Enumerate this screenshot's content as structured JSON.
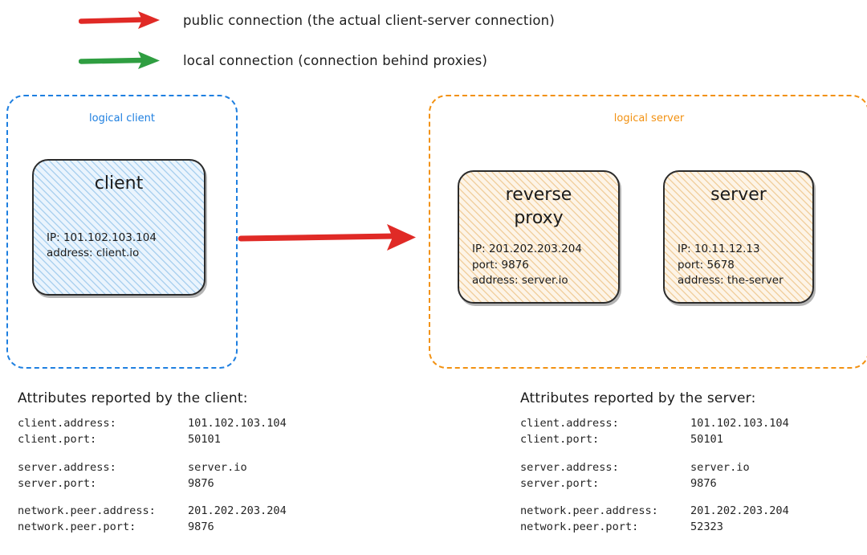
{
  "legend": {
    "items": [
      {
        "icon": "red-arrow-icon",
        "color": "#e02a26",
        "label": "public connection (the actual client-server connection)"
      },
      {
        "icon": "green-arrow-icon",
        "color": "#2f9e41",
        "label": "local connection (connection behind proxies)"
      }
    ]
  },
  "colors": {
    "client_accent": "#1e7fe0",
    "server_accent": "#f29111",
    "public_arrow": "#e02a26",
    "local_arrow": "#2f9e41",
    "node_stroke": "#2b2b2b"
  },
  "logical_client": {
    "label": "logical client",
    "nodes": [
      {
        "title": "client",
        "details": [
          "IP: 101.102.103.104",
          "address: client.io"
        ]
      }
    ]
  },
  "logical_server": {
    "label": "logical server",
    "nodes": [
      {
        "title": "reverse\nproxy",
        "details": [
          "IP: 201.202.203.204",
          "port: 9876",
          "address: server.io"
        ]
      },
      {
        "title": "server",
        "details": [
          "IP: 10.11.12.13",
          "port: 5678",
          "address: the-server"
        ]
      }
    ]
  },
  "main_connection": {
    "type": "public",
    "color": "#e02a26",
    "from": "client",
    "to": "reverse proxy"
  },
  "attributes_client": {
    "heading": "Attributes reported by the client:",
    "groups": [
      [
        {
          "key": "client.address:",
          "value": "101.102.103.104"
        },
        {
          "key": "client.port:",
          "value": "50101"
        }
      ],
      [
        {
          "key": "server.address:",
          "value": "server.io"
        },
        {
          "key": "server.port:",
          "value": "9876"
        }
      ],
      [
        {
          "key": "network.peer.address:",
          "value": "201.202.203.204"
        },
        {
          "key": "network.peer.port:",
          "value": "9876"
        }
      ]
    ]
  },
  "attributes_server": {
    "heading": "Attributes reported by the server:",
    "groups": [
      [
        {
          "key": "client.address:",
          "value": "101.102.103.104"
        },
        {
          "key": "client.port:",
          "value": "50101"
        }
      ],
      [
        {
          "key": "server.address:",
          "value": "server.io"
        },
        {
          "key": "server.port:",
          "value": "9876"
        }
      ],
      [
        {
          "key": "network.peer.address:",
          "value": "201.202.203.204"
        },
        {
          "key": "network.peer.port:",
          "value": "52323"
        }
      ]
    ]
  }
}
